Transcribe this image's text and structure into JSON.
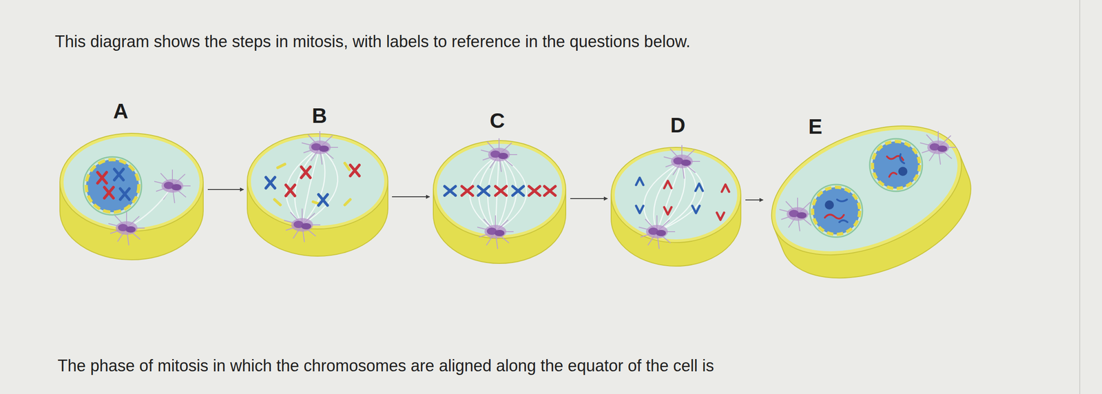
{
  "diagram": {
    "title": "This diagram shows the steps in mitosis, with labels to reference in the questions below.",
    "caption": "The phase of mitosis in which the chromosomes are aligned along the equator of the cell is",
    "nodes": [
      {
        "text": [
          "A"
        ]
      },
      {
        "text": [
          "B"
        ]
      },
      {
        "text": [
          "C"
        ]
      },
      {
        "text": [
          "D"
        ]
      },
      {
        "text": [
          "E"
        ]
      }
    ],
    "edges": [
      {
        "from": 0,
        "to": 1,
        "arrow": "to"
      },
      {
        "from": 1,
        "to": 2,
        "arrow": "to"
      },
      {
        "from": 2,
        "to": 3,
        "arrow": "to"
      },
      {
        "from": 3,
        "to": 4,
        "arrow": "to"
      }
    ]
  }
}
